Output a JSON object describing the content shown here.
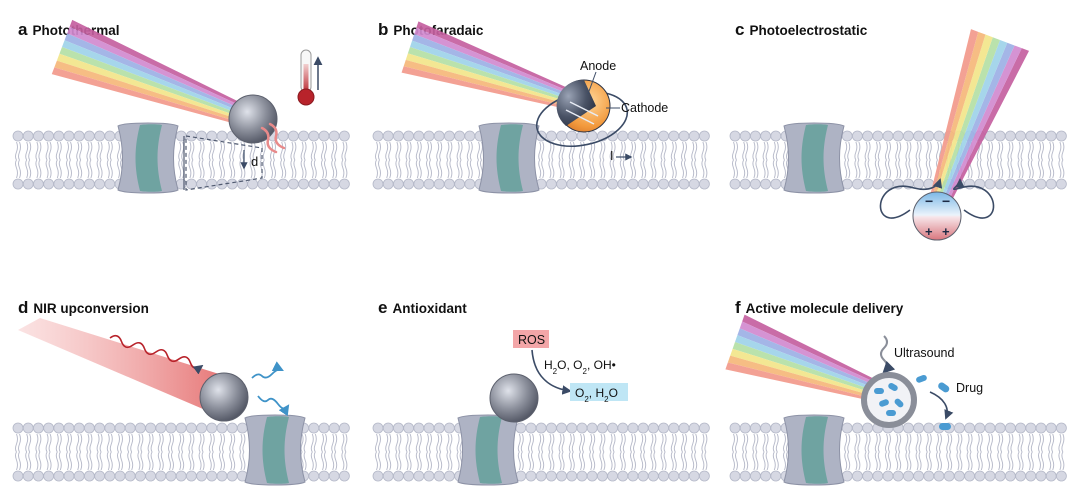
{
  "panels": [
    {
      "letter": "a",
      "title": "Photothermal"
    },
    {
      "letter": "b",
      "title": "Photofaradaic"
    },
    {
      "letter": "c",
      "title": "Photoelectrostatic"
    },
    {
      "letter": "d",
      "title": "NIR upconversion"
    },
    {
      "letter": "e",
      "title": "Antioxidant"
    },
    {
      "letter": "f",
      "title": "Active molecule delivery"
    }
  ],
  "labels": {
    "d": "d",
    "anode": "Anode",
    "cathode": "Cathode",
    "current": "I",
    "minus": "−",
    "plus": "+",
    "ros": "ROS",
    "ros_inputs": "H2O, O2, OH•",
    "ros_outputs": "O2, H2O",
    "ultrasound": "Ultrasound",
    "drug": "Drug"
  },
  "colors": {
    "membrane_head": "#d6d8e3",
    "membrane_tail": "#b9bccb",
    "channel": "#aeb3c4",
    "channel_pore": "#6fa3a1",
    "particle": "#8a8e99",
    "ros_box": "#f3a6a8",
    "product_box": "#bfe6f5",
    "drug": "#4a9bd2",
    "arrow": "#3b4b66",
    "rainbow": [
      "#c560a0",
      "#d28ad0",
      "#9db0e6",
      "#9fd3ea",
      "#b5e0a6",
      "#f3e68a",
      "#f6b87a",
      "#f39a8c"
    ]
  }
}
